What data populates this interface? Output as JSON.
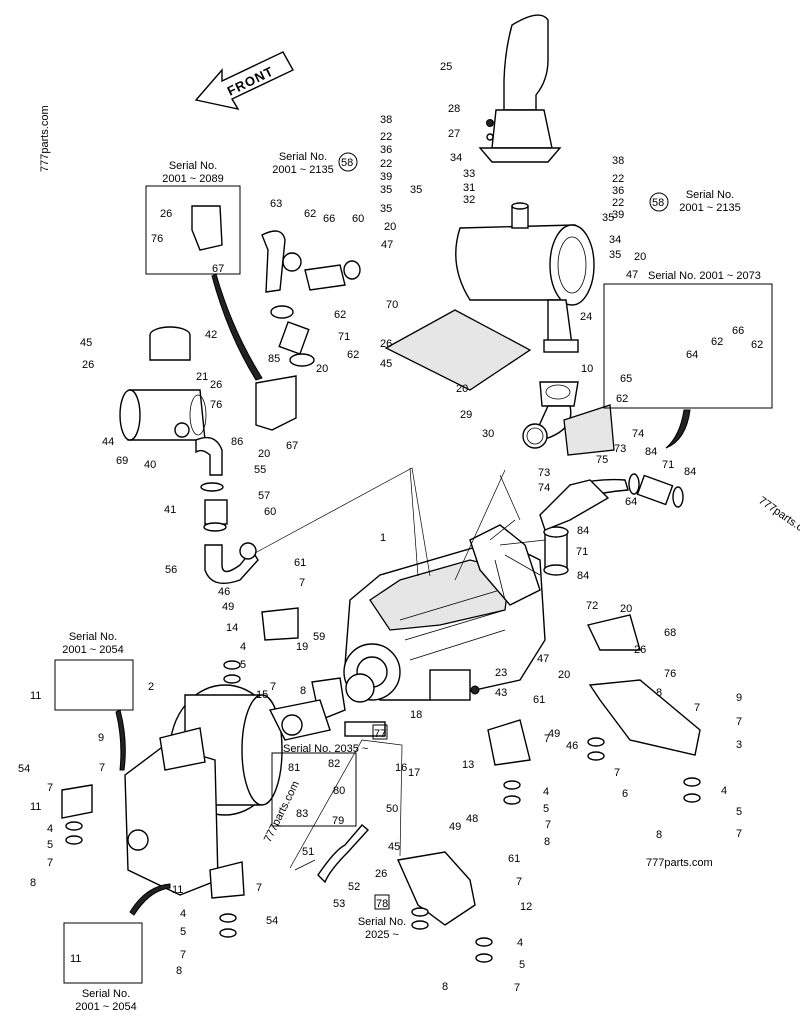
{
  "watermarks": [
    "777parts.com",
    "777parts.com",
    "777parts.c",
    "777parts.com"
  ],
  "front_label": "FRONT",
  "serials": {
    "s2001_2089": "Serial No.\n2001 ~ 2089",
    "s2001_2135_left": "Serial No.\n2001 ~ 2135",
    "s2001_2135_right": "Serial No.\n2001 ~ 2135",
    "s2001_2073": "Serial No. 2001 ~ 2073",
    "s2001_2054_top": "Serial No.\n2001 ~ 2054",
    "s2035": "Serial No. 2035 ~",
    "s2025": "Serial No.\n2025 ~",
    "s2001_2054_bottom": "Serial No.\n2001 ~ 2054"
  },
  "circled_refs": [
    "58",
    "58"
  ],
  "boxed_refs": [
    "77",
    "78"
  ],
  "labels": [
    "1",
    "2",
    "3",
    "4",
    "5",
    "6",
    "7",
    "8",
    "9",
    "10",
    "11",
    "12",
    "13",
    "14",
    "15",
    "16",
    "17",
    "18",
    "19",
    "20",
    "21",
    "22",
    "23",
    "24",
    "25",
    "26",
    "27",
    "28",
    "29",
    "30",
    "31",
    "32",
    "33",
    "34",
    "35",
    "36",
    "38",
    "39",
    "40",
    "41",
    "42",
    "43",
    "44",
    "45",
    "46",
    "47",
    "48",
    "49",
    "50",
    "51",
    "52",
    "53",
    "54",
    "55",
    "56",
    "57",
    "59",
    "60",
    "61",
    "62",
    "63",
    "64",
    "65",
    "66",
    "67",
    "68",
    "69",
    "70",
    "71",
    "72",
    "73",
    "74",
    "75",
    "76",
    "79",
    "80",
    "81",
    "82",
    "83",
    "84",
    "85",
    "86"
  ]
}
